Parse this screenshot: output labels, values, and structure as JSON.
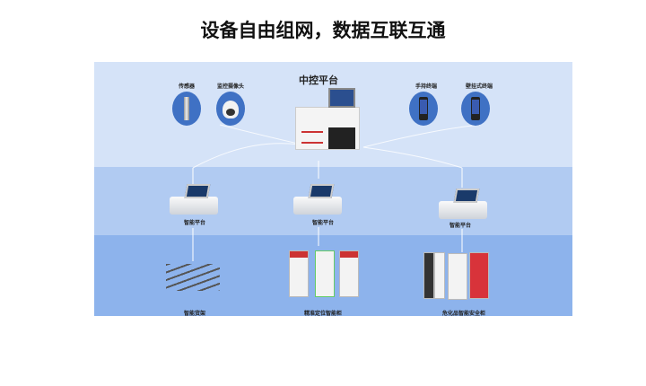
{
  "title": "设备自由组网，数据互联互通",
  "top": {
    "center": "中控平台",
    "left_items": [
      "传感器",
      "监控摄像头"
    ],
    "right_items": [
      "手持终端",
      "壁挂式终端"
    ]
  },
  "middle": {
    "items": [
      "智能平台",
      "智能平台",
      "智能平台"
    ]
  },
  "bottom": {
    "items": [
      "智能货架",
      "精准定位智能柜",
      "危化品智能安全柜"
    ]
  }
}
